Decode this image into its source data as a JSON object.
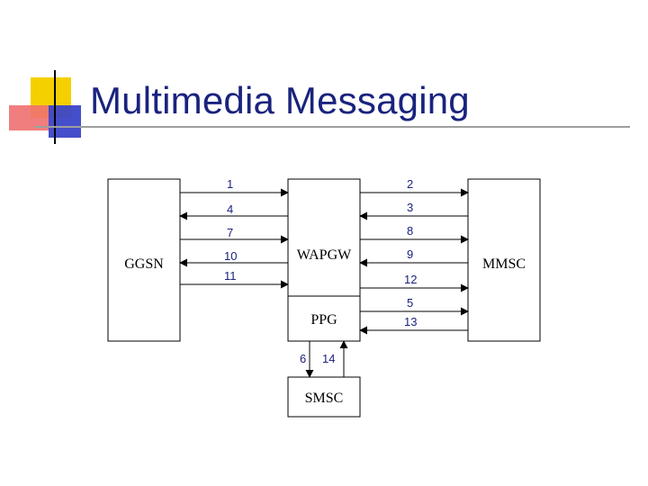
{
  "slide": {
    "title": "Multimedia Messaging"
  },
  "diagram": {
    "nodes": {
      "ggsn": "GGSN",
      "wapgw": "WAPGW",
      "ppg": "PPG",
      "mmsc": "MMSC",
      "smsc": "SMSC"
    },
    "messages": {
      "m1": "1",
      "m2": "2",
      "m3": "3",
      "m4": "4",
      "m5": "5",
      "m6": "6",
      "m7": "7",
      "m8": "8",
      "m9": "9",
      "m10": "10",
      "m11": "11",
      "m12": "12",
      "m13": "13",
      "m14": "14"
    }
  },
  "colors": {
    "title": "#1a237e",
    "numbers": "#1a237e",
    "deco_yellow": "#f5d000",
    "deco_red": "#f07070",
    "deco_blue": "#3b45c8"
  }
}
